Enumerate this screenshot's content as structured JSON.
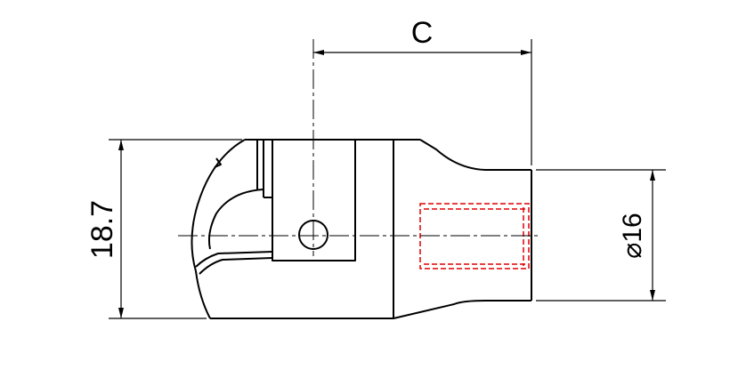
{
  "dimensions": {
    "top_length_label": "C",
    "left_height_label": "18.7",
    "right_diameter_label": "⌀16"
  },
  "colors": {
    "line": "#000000",
    "hidden_feature": "#e00000",
    "background": "#ffffff"
  }
}
